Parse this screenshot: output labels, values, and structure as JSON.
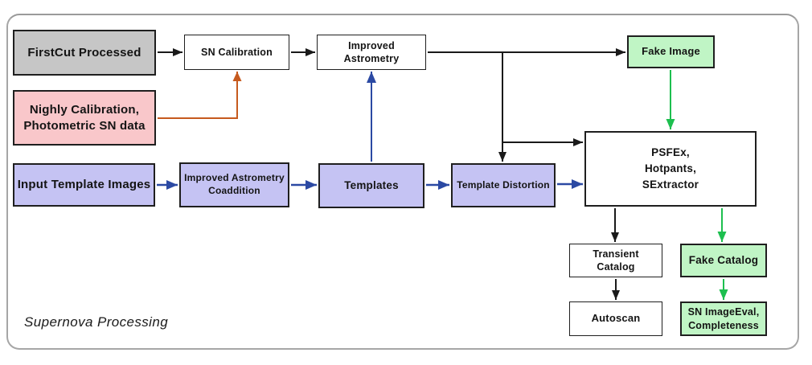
{
  "diagram": {
    "caption": "Supernova Processing",
    "nodes": {
      "firstcut": {
        "label": "FirstCut Processed"
      },
      "sn_calibration": {
        "label": "SN Calibration"
      },
      "improved_astrometry": {
        "label": "Improved\nAstrometry"
      },
      "fake_image": {
        "label": "Fake Image"
      },
      "nighly_calibration": {
        "label": "Nighly Calibration,\nPhotometric SN data"
      },
      "input_template_images": {
        "label": "Input Template Images"
      },
      "improved_astrometry_coaddition": {
        "label": "Improved Astrometry\nCoaddition"
      },
      "templates": {
        "label": "Templates"
      },
      "template_distortion": {
        "label": "Template Distortion"
      },
      "psfex": {
        "label": "PSFEx,\nHotpants,\nSExtractor"
      },
      "transient_catalog": {
        "label": "Transient\nCatalog"
      },
      "fake_catalog": {
        "label": "Fake Catalog"
      },
      "autoscan": {
        "label": "Autoscan"
      },
      "sn_imageeval": {
        "label": "SN ImageEval,\nCompleteness"
      }
    },
    "colors": {
      "node_gray": "#c6c6c6",
      "node_pink": "#f9c7ca",
      "node_purple": "#c5c3f3",
      "node_green": "#c0f5c5",
      "node_white": "#ffffff",
      "arrow_black": "#1a1a1a",
      "arrow_blue": "#2b49a3",
      "arrow_orange": "#c65a1e",
      "arrow_green": "#1dbf4f"
    }
  }
}
